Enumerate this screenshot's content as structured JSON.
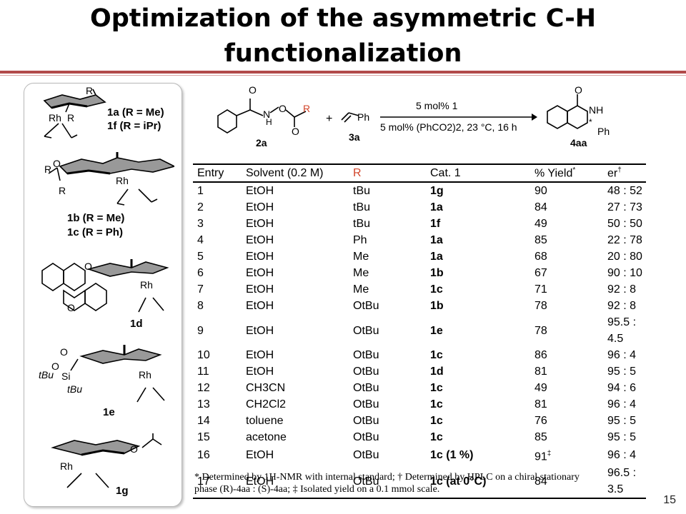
{
  "slide": {
    "title": "Optimization of the asymmetric C-H functionalization",
    "page_number": "15"
  },
  "catalysts": {
    "c1a_label": "1a (R = Me)",
    "c1f_label": "1f (R = iPr)",
    "c1b_label": "1b (R = Me)",
    "c1c_label": "1c (R = Ph)",
    "c1d_label": "1d",
    "c1e_label": "1e",
    "c1g_label": "1g",
    "atom_rh": "Rh",
    "atom_r": "R",
    "atom_o": "O",
    "atom_si": "Si",
    "atom_tbu": "tBu"
  },
  "scheme": {
    "reactant_a_label": "2a",
    "reactant_b_label": "3a",
    "product_label": "4aa",
    "plus": "+",
    "condition_top": "5 mol% 1",
    "condition_bottom": "5 mol% (PhCO2)2, 23 °C, 16 h",
    "atom_o": "O",
    "atom_n": "N",
    "atom_h": "H",
    "atom_nh": "NH",
    "atom_r": "R",
    "atom_ph": "Ph",
    "atom_star": "*"
  },
  "table": {
    "headers": {
      "entry": "Entry",
      "solvent": "Solvent (0.2 M)",
      "r": "R",
      "cat": "Cat. 1",
      "yield": "% Yield",
      "yield_mark": "*",
      "er": "er",
      "er_mark": "†"
    },
    "rows": [
      {
        "entry": "1",
        "solvent": "EtOH",
        "r": "tBu",
        "cat": "1g",
        "yield": "90",
        "er": "48 : 52"
      },
      {
        "entry": "2",
        "solvent": "EtOH",
        "r": "tBu",
        "cat": "1a",
        "yield": "84",
        "er": "27 : 73"
      },
      {
        "entry": "3",
        "solvent": "EtOH",
        "r": "tBu",
        "cat": "1f",
        "yield": "49",
        "er": "50 : 50"
      },
      {
        "entry": "4",
        "solvent": "EtOH",
        "r": "Ph",
        "cat": "1a",
        "yield": "85",
        "er": "22 : 78"
      },
      {
        "entry": "5",
        "solvent": "EtOH",
        "r": "Me",
        "cat": "1a",
        "yield": "68",
        "er": "20 : 80"
      },
      {
        "entry": "6",
        "solvent": "EtOH",
        "r": "Me",
        "cat": "1b",
        "yield": "67",
        "er": "90 : 10"
      },
      {
        "entry": "7",
        "solvent": "EtOH",
        "r": "Me",
        "cat": "1c",
        "yield": "71",
        "er": "92 : 8"
      },
      {
        "entry": "8",
        "solvent": "EtOH",
        "r": "OtBu",
        "cat": "1b",
        "yield": "78",
        "er": "92 : 8"
      },
      {
        "entry": "9",
        "solvent": "EtOH",
        "r": "OtBu",
        "cat": "1e",
        "yield": "78",
        "er": "95.5 : 4.5"
      },
      {
        "entry": "10",
        "solvent": "EtOH",
        "r": "OtBu",
        "cat": "1c",
        "yield": "86",
        "er": "96 : 4"
      },
      {
        "entry": "11",
        "solvent": "EtOH",
        "r": "OtBu",
        "cat": "1d",
        "yield": "81",
        "er": "95 : 5"
      },
      {
        "entry": "12",
        "solvent": "CH3CN",
        "r": "OtBu",
        "cat": "1c",
        "yield": "49",
        "er": "94 : 6"
      },
      {
        "entry": "13",
        "solvent": "CH2Cl2",
        "r": "OtBu",
        "cat": "1c",
        "yield": "81",
        "er": "96 : 4"
      },
      {
        "entry": "14",
        "solvent": "toluene",
        "r": "OtBu",
        "cat": "1c",
        "yield": "76",
        "er": "95 : 5"
      },
      {
        "entry": "15",
        "solvent": "acetone",
        "r": "OtBu",
        "cat": "1c",
        "yield": "85",
        "er": "95 : 5"
      },
      {
        "entry": "16",
        "solvent": "EtOH",
        "r": "OtBu",
        "cat": "1c (1 %)",
        "yield": "91",
        "yield_mark": "‡",
        "er": "96 : 4"
      },
      {
        "entry": "17",
        "solvent": "EtOH",
        "r": "OtBu",
        "cat": "1c (at 0°C)",
        "yield": "84",
        "er": "96.5 : 3.5"
      }
    ]
  },
  "footnote": {
    "line1": "* Determined by 1H-NMR with internal standard; † Determined by HPLC on a chiral stationary",
    "line2": "phase (R)-4aa : (S)-4aa; ‡ Isolated yield on a 0.1 mmol scale."
  },
  "colors": {
    "accent_rule": "#b24a4a",
    "r_highlight": "#d2452a"
  }
}
